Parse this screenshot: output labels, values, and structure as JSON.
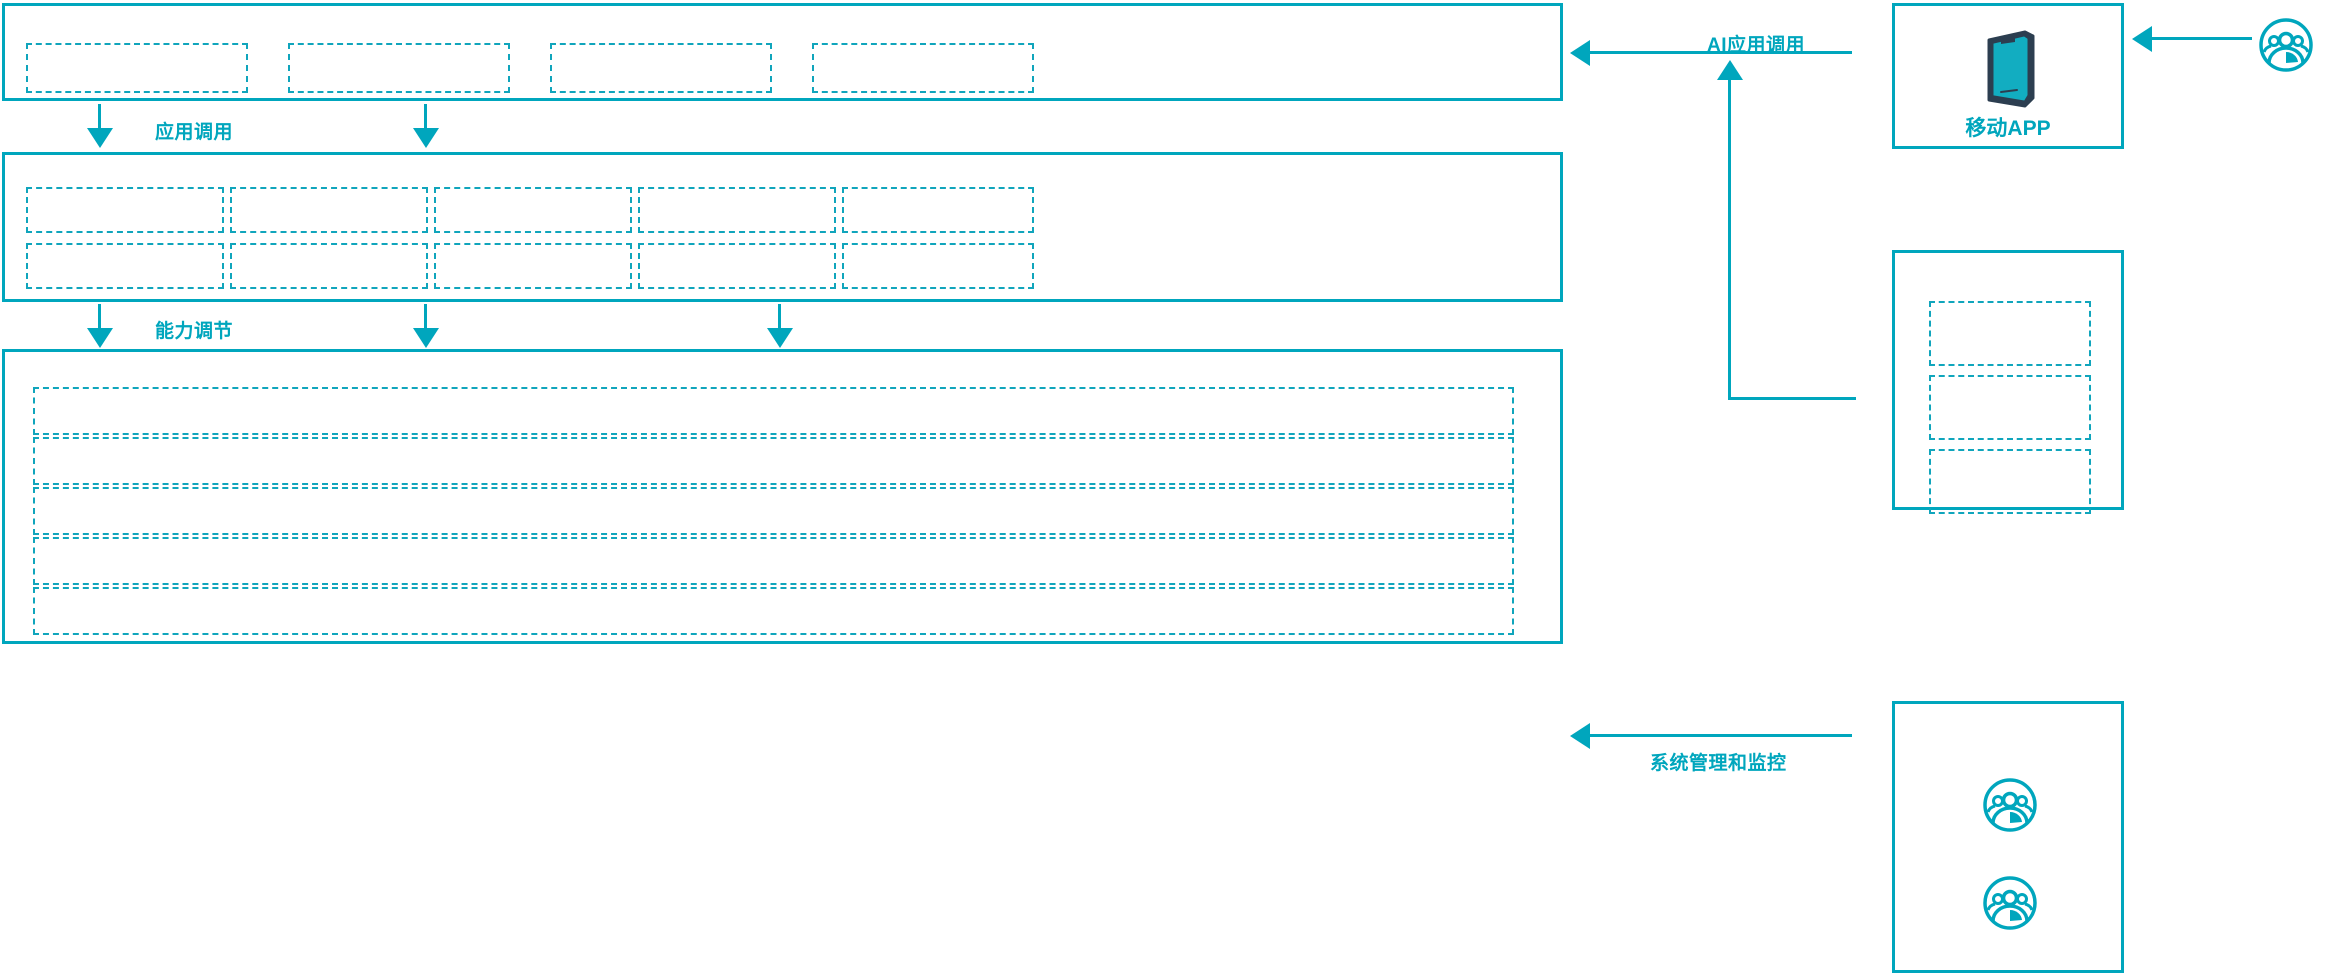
{
  "theme": {
    "accent": "#00a6bd",
    "accent_dash": "#10a5bc",
    "phone_frame": "#2c3e50",
    "phone_screen": "#12adc1",
    "background": "#ffffff"
  },
  "layers": {
    "application_layer": {
      "name": "application-layer-panel",
      "slots": [
        {
          "name": "application-slot-1",
          "label": ""
        },
        {
          "name": "application-slot-2",
          "label": ""
        },
        {
          "name": "application-slot-3",
          "label": ""
        },
        {
          "name": "application-slot-4",
          "label": ""
        }
      ]
    },
    "capability_layer": {
      "name": "capability-layer-panel",
      "slots_row_1": [
        {
          "name": "capability-slot-1-1",
          "label": ""
        },
        {
          "name": "capability-slot-1-2",
          "label": ""
        },
        {
          "name": "capability-slot-1-3",
          "label": ""
        },
        {
          "name": "capability-slot-1-4",
          "label": ""
        },
        {
          "name": "capability-slot-1-5",
          "label": ""
        }
      ],
      "slots_row_2": [
        {
          "name": "capability-slot-2-1",
          "label": ""
        },
        {
          "name": "capability-slot-2-2",
          "label": ""
        },
        {
          "name": "capability-slot-2-3",
          "label": ""
        },
        {
          "name": "capability-slot-2-4",
          "label": ""
        },
        {
          "name": "capability-slot-2-5",
          "label": ""
        }
      ]
    },
    "infrastructure_layer": {
      "name": "infrastructure-layer-panel",
      "rows": [
        {
          "name": "infrastructure-row-1",
          "label": ""
        },
        {
          "name": "infrastructure-row-2",
          "label": ""
        },
        {
          "name": "infrastructure-row-3",
          "label": ""
        },
        {
          "name": "infrastructure-row-4",
          "label": ""
        },
        {
          "name": "infrastructure-row-5",
          "label": ""
        }
      ]
    }
  },
  "flows": {
    "app_invoke": "应用调用",
    "capability_adjust": "能力调节",
    "ai_app_invoke": "AI应用调用",
    "system_admin_monitor": "系统管理和监控"
  },
  "side_panels": {
    "mobile_app": {
      "caption": "移动APP",
      "icon": "smartphone-icon"
    },
    "middle_panel": {
      "caption": "",
      "slots": [
        {
          "name": "side-slot-1",
          "label": ""
        },
        {
          "name": "side-slot-2",
          "label": ""
        },
        {
          "name": "side-slot-3",
          "label": ""
        }
      ]
    },
    "admin_panel": {
      "caption": "",
      "icons": [
        {
          "name": "user-group-icon-1"
        },
        {
          "name": "user-group-icon-2"
        }
      ]
    },
    "external_user": {
      "icon": "user-group-icon"
    }
  }
}
